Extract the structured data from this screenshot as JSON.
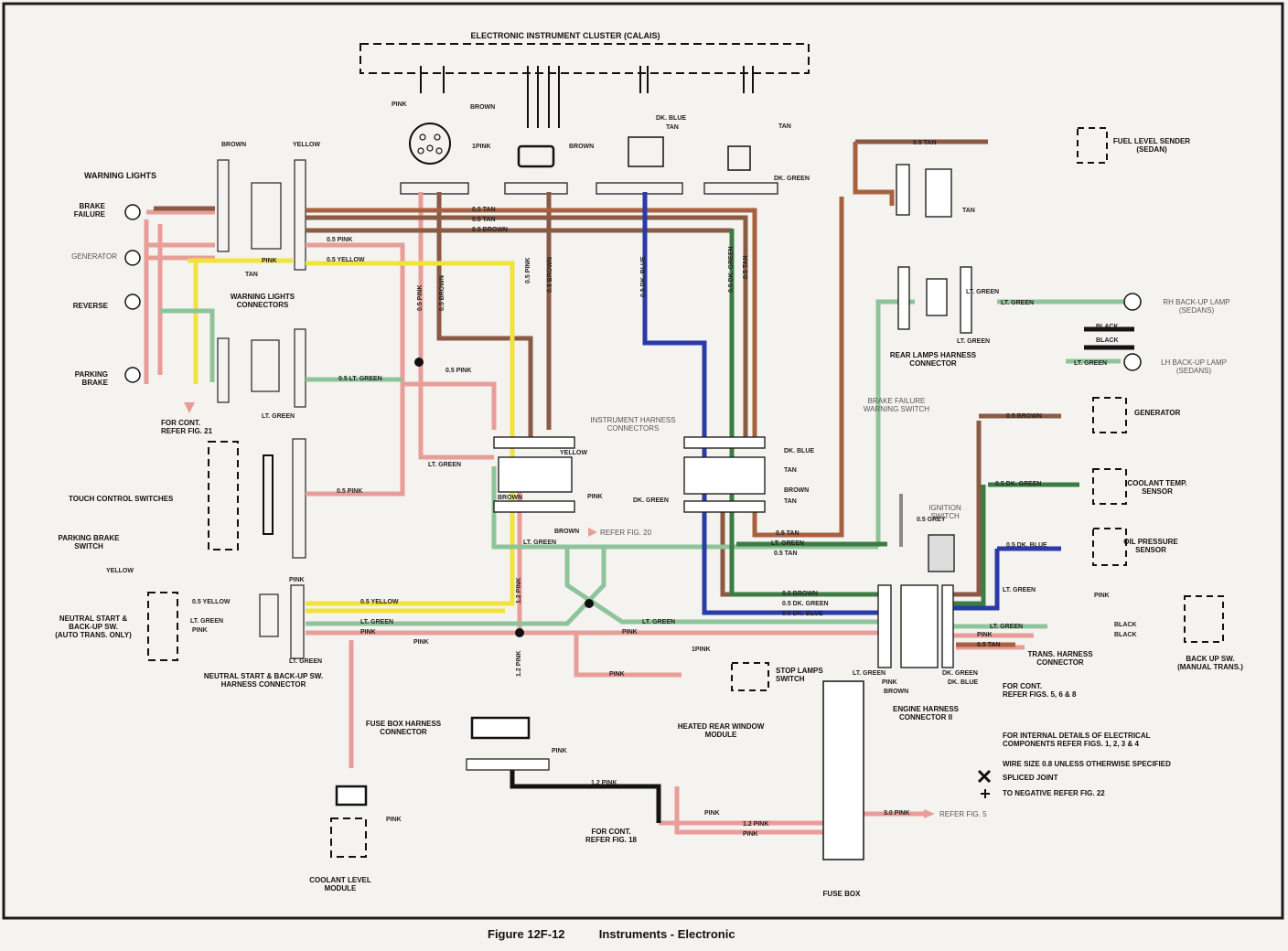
{
  "title": "ELECTRONIC INSTRUMENT CLUSTER (CALAIS)",
  "caption": {
    "figure": "Figure 12F-12",
    "subject": "Instruments - Electronic"
  },
  "colors": {
    "paper": "#f4f3ef",
    "pink": "#e89d98",
    "brown": "#8a5a44",
    "tan": "#a8613f",
    "yellow": "#f0e33c",
    "lt_green": "#8fc49a",
    "dk_green": "#3b7d43",
    "dk_blue": "#2a3aa8",
    "grey": "#8a8a8a",
    "black": "#141414"
  },
  "components": {
    "warning_lights": "WARNING LIGHTS",
    "brake_failure": "BRAKE\nFAILURE",
    "generator_lamp": "GENERATOR",
    "reverse": "REVERSE",
    "parking_brake": "PARKING\nBRAKE",
    "warning_lights_connectors": "WARNING LIGHTS\nCONNECTORS",
    "for_cont_21": "FOR CONT.\nREFER FIG. 21",
    "touch_control": "TOUCH CONTROL SWITCHES",
    "parking_brake_switch": "PARKING BRAKE\nSWITCH",
    "neutral_start_sw": "NEUTRAL START &\nBACK-UP SW.\n(AUTO TRANS. ONLY)",
    "neutral_start_conn": "NEUTRAL START & BACK-UP SW.\nHARNESS CONNECTOR",
    "coolant_level": "COOLANT LEVEL\nMODULE",
    "fuse_box_conn": "FUSE BOX HARNESS\nCONNECTOR",
    "for_cont_18": "FOR CONT.\nREFER FIG. 18",
    "heated_rear": "HEATED REAR WINDOW\nMODULE",
    "fuse_box": "FUSE BOX",
    "stop_lamps": "STOP LAMPS\nSWITCH",
    "instrument_conn": "INSTRUMENT HARNESS\nCONNECTORS",
    "refer_20": "REFER FIG. 20",
    "brake_failure_sw": "BRAKE FAILURE\nWARNING SWITCH",
    "ignition": "IGNITION\nSWITCH",
    "engine_conn": "ENGINE HARNESS\nCONNECTOR II",
    "fuel_level": "FUEL LEVEL SENDER\n(SEDAN)",
    "rear_lamps_conn": "REAR LAMPS HARNESS\nCONNECTOR",
    "rh_backup": "RH BACK-UP LAMP\n(SEDANS)",
    "lh_backup": "LH BACK-UP LAMP\n(SEDANS)",
    "generator": "GENERATOR",
    "coolant_temp": "COOLANT TEMP.\nSENSOR",
    "oil_pressure": "OIL PRESSURE\nSENSOR",
    "trans_conn": "TRANS. HARNESS\nCONNECTOR",
    "backup_sw": "BACK UP SW.\n(MANUAL TRANS.)",
    "for_cont_568": "FOR CONT.\nREFER FIGS. 5, 6 & 8",
    "refer_5": "REFER FIG. 5"
  },
  "notes": {
    "internal": "FOR INTERNAL DETAILS OF ELECTRICAL\nCOMPONENTS REFER FIGS. 1, 2, 3 & 4",
    "wire_size": "WIRE SIZE 0.8 UNLESS OTHERWISE SPECIFIED",
    "spliced": "SPLICED JOINT",
    "negative": "TO NEGATIVE REFER FIG. 22"
  },
  "wire_labels": {
    "pink": "PINK",
    "brown": "BROWN",
    "yellow": "YELLOW",
    "tan": "TAN",
    "lt_green": "LT. GREEN",
    "dk_green": "DK. GREEN",
    "dk_blue": "DK. BLUE",
    "black": "BLACK",
    "1pink": "1PINK",
    "p05_tan": "0.5 TAN",
    "p05_brown": "0.5 BROWN",
    "p05_pink": "0.5 PINK",
    "p05_yellow": "0.5 YELLOW",
    "p05_ltgreen": "0.5 LT. GREEN",
    "p05_dkgreen": "0.5 DK. GREEN",
    "p05_dkblue": "0.5 DK. BLUE",
    "p05_grey": "0.5 GREY",
    "p12_pink": "1.2 PINK",
    "p30_pink": "3.0 PINK"
  }
}
